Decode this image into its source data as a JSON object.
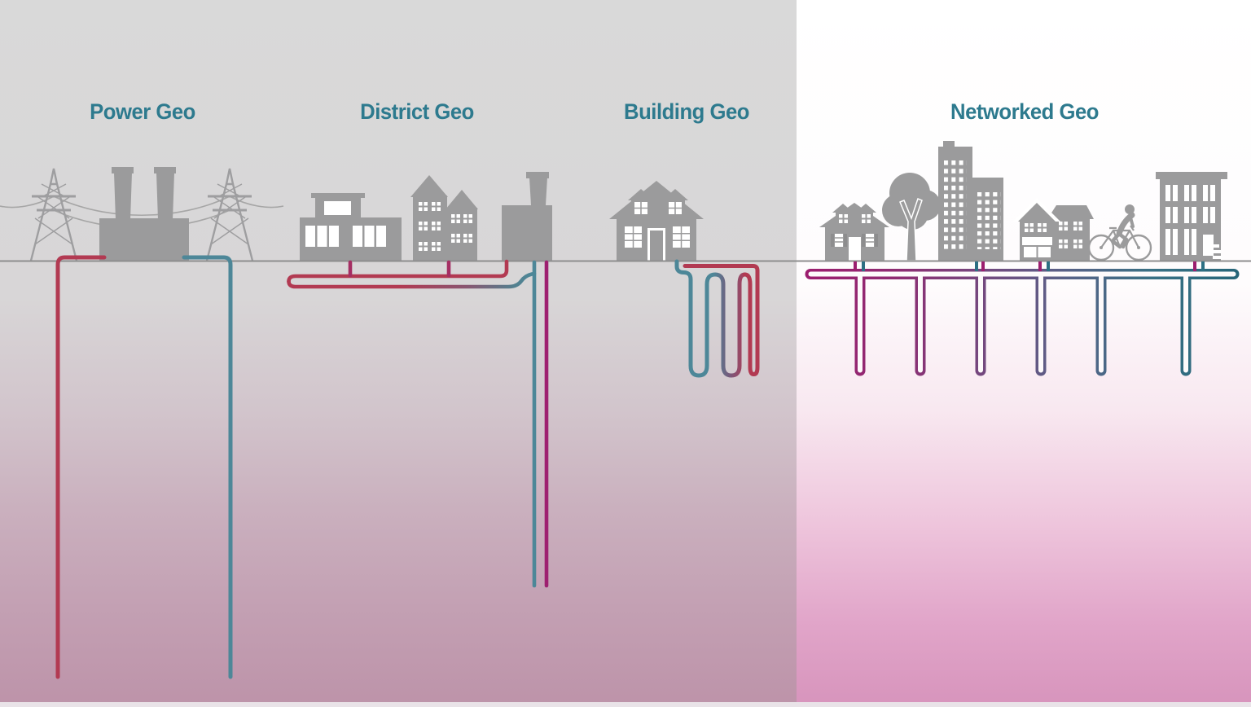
{
  "page": {
    "description": "Comparison diagram of four geothermal system types with buildings above ground and colored heat-exchange pipes below ground"
  },
  "sections": [
    {
      "id": "power-geo",
      "label": "Power Geo",
      "icons": [
        "transmission-tower-icon",
        "power-plant-icon",
        "power-lines-icon"
      ]
    },
    {
      "id": "district-geo",
      "label": "District Geo",
      "icons": [
        "commercial-building-icon",
        "townhouses-icon",
        "industrial-building-icon"
      ]
    },
    {
      "id": "building-geo",
      "label": "Building Geo",
      "icons": [
        "house-icon"
      ]
    },
    {
      "id": "networked-geo",
      "label": "Networked Geo",
      "icons": [
        "house-icon",
        "tree-icon",
        "skyscraper-icon",
        "shop-building-icon",
        "cyclist-icon",
        "apartment-building-icon"
      ]
    }
  ],
  "colors": {
    "title-color": "#2d7a8e",
    "hot-pipe-red": "#b23a52",
    "cold-pipe-teal": "#4d8798",
    "network-magenta": "#9c1e6f",
    "network-teal": "#266579",
    "building-gray": "#9b9b9c",
    "ground-line": "#8e8e8e",
    "bg-left-top": "#d9d9d9",
    "bg-left-bottom": "#bd93a9",
    "bg-right-top": "#ffffff",
    "bg-right-bottom": "#d794bc"
  }
}
